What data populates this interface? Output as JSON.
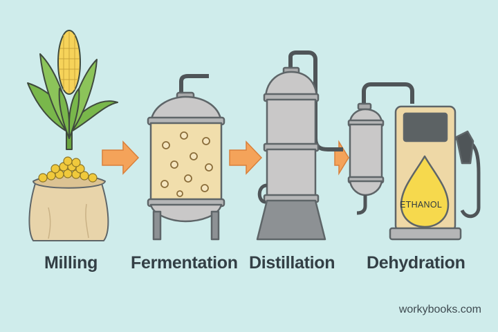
{
  "steps": [
    {
      "label": "Milling",
      "icon": "corn-cob-and-grain-sack"
    },
    {
      "label": "Fermentation",
      "icon": "fermentation-tank"
    },
    {
      "label": "Distillation",
      "icon": "distillation-column"
    },
    {
      "label": "Dehydration",
      "icon": "dehydrator-and-fuel-pump"
    }
  ],
  "pump_label": "ETHANOL",
  "credit": "workybooks.com",
  "colors": {
    "background": "#cfeceb",
    "arrow": "#f4a35a",
    "metal": "#c9c8c8",
    "outline": "#5e6568",
    "mash": "#f1deac",
    "corn": "#f6d35a",
    "leaf": "#79b74b",
    "sack": "#e8d4aa",
    "fuel_drop": "#f6d94d"
  }
}
